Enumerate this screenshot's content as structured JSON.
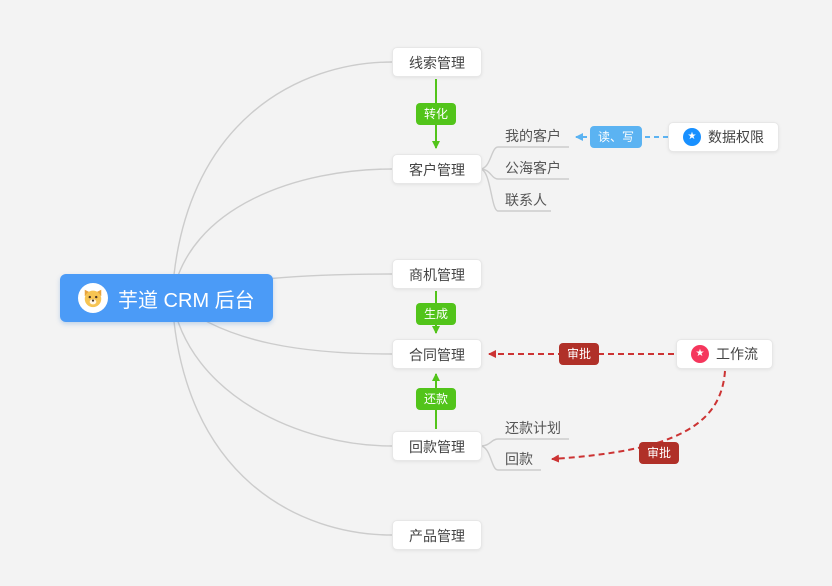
{
  "root": {
    "label": "芋道 CRM 后台"
  },
  "modules": {
    "leads": {
      "label": "线索管理"
    },
    "customers": {
      "label": "客户管理",
      "children": {
        "mine": "我的客户",
        "pool": "公海客户",
        "contacts": "联系人"
      }
    },
    "opportunities": {
      "label": "商机管理"
    },
    "contracts": {
      "label": "合同管理"
    },
    "receivables": {
      "label": "回款管理",
      "children": {
        "plan": "还款计划",
        "payment": "回款"
      }
    },
    "products": {
      "label": "产品管理"
    }
  },
  "integrations": {
    "data_permission": {
      "label": "数据权限"
    },
    "workflow": {
      "label": "工作流"
    }
  },
  "edge_labels": {
    "convert": "转化",
    "generate": "生成",
    "repay": "还款",
    "read_write": "读、写",
    "approve_contract": "审批",
    "approve_receivable": "审批"
  },
  "icons": {
    "star": "★"
  },
  "colors": {
    "canvas_bg": "#f3f3f3",
    "root_bg": "#4b9bf7",
    "edge_gray": "#cccccc",
    "green": "#52c41a",
    "blue": "#5bb3f2",
    "red_line": "#cc3333",
    "red_badge": "#b03028",
    "data_permission_icon": "#1890ff",
    "workflow_icon": "#f5365c"
  }
}
